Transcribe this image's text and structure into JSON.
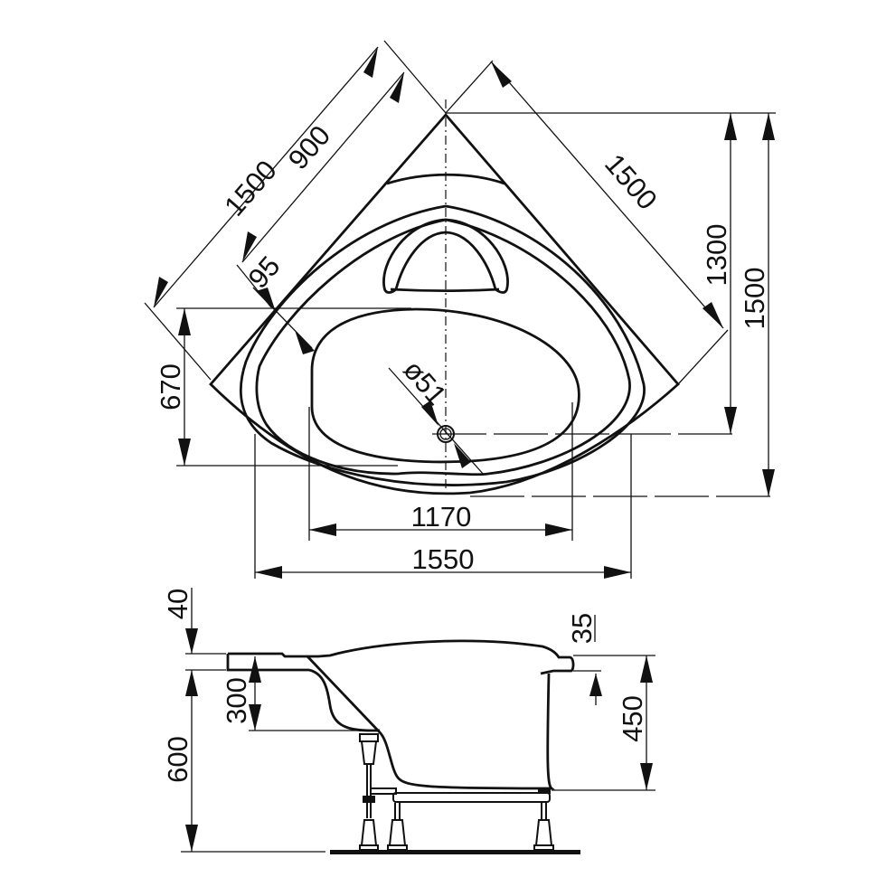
{
  "drawing": {
    "title": "Corner bathtub technical drawing",
    "stroke_color": "#111111",
    "background": "#ffffff",
    "top_view": {
      "dimensions": {
        "side_left": "1500",
        "inner_depth": "900",
        "rim_width": "95",
        "side_right": "1500",
        "height_drain": "1300",
        "height_total": "1500",
        "left_offset": "670",
        "drain_diameter": "ø51",
        "basin_width": "1170",
        "outer_width": "1550"
      }
    },
    "side_view": {
      "dimensions": {
        "rim_thickness_left": "40",
        "seat_depth": "300",
        "overall_height": "600",
        "rim_thickness_right": "35",
        "basin_depth": "450"
      }
    }
  }
}
